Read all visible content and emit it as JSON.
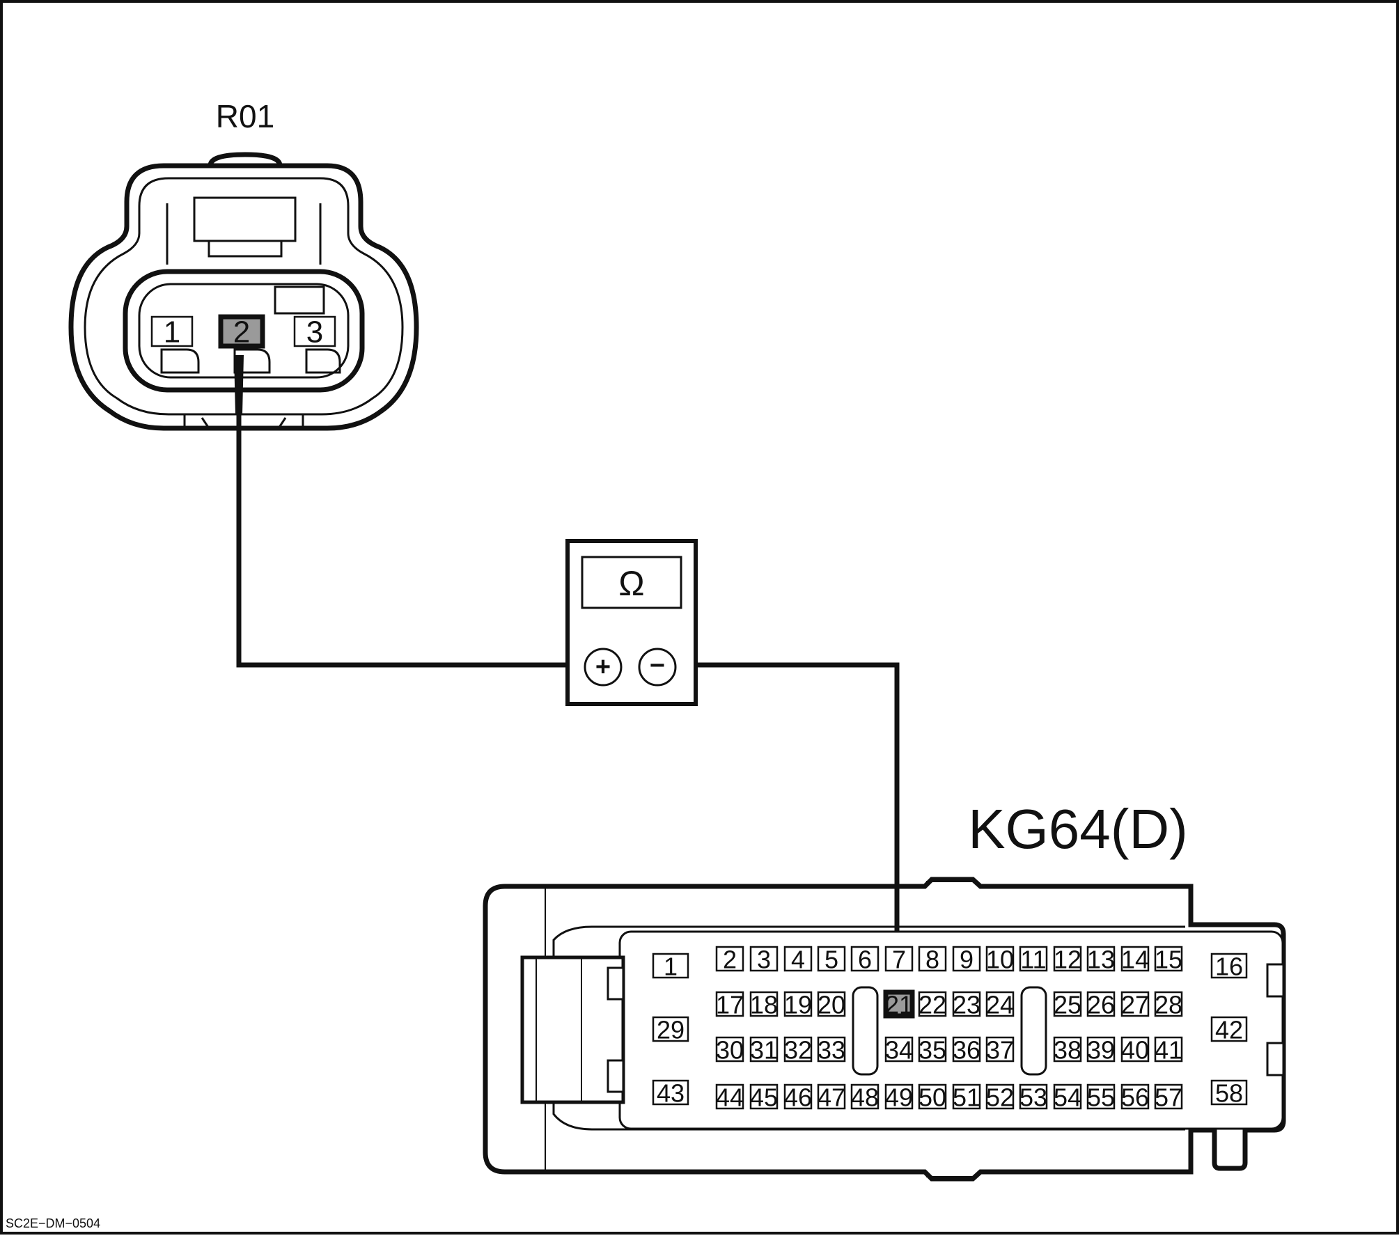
{
  "connector_r01": {
    "label": "R01",
    "pins": [
      {
        "label": "1",
        "highlighted": false
      },
      {
        "label": "2",
        "highlighted": true
      },
      {
        "label": "3",
        "highlighted": false
      }
    ]
  },
  "meter": {
    "display_symbol": "Ω",
    "positive_symbol": "+",
    "negative_symbol": "−"
  },
  "connector_kg64": {
    "label": "KG64(D)",
    "highlighted_pin": "21",
    "probe_pin": "7",
    "pins": [
      "1",
      "2",
      "3",
      "4",
      "5",
      "6",
      "7",
      "8",
      "9",
      "10",
      "11",
      "12",
      "13",
      "14",
      "15",
      "16",
      "17",
      "18",
      "19",
      "20",
      "21",
      "22",
      "23",
      "24",
      "25",
      "26",
      "27",
      "28",
      "29",
      "30",
      "31",
      "32",
      "33",
      "34",
      "35",
      "36",
      "37",
      "38",
      "39",
      "40",
      "41",
      "42",
      "43",
      "44",
      "45",
      "46",
      "47",
      "48",
      "49",
      "50",
      "51",
      "52",
      "53",
      "54",
      "55",
      "56",
      "57",
      "58"
    ]
  },
  "figure_code": "SC2E−DM−0504",
  "colors": {
    "line": "#111111",
    "highlight_fill": "#9a9a9a",
    "background": "#ffffff"
  }
}
